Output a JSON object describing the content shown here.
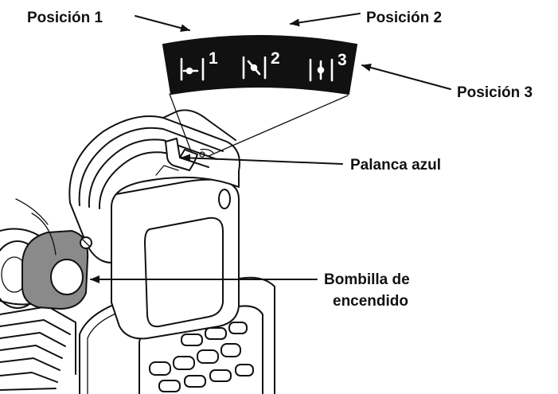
{
  "labels": {
    "position_1": "Posición 1",
    "position_2": "Posición 2",
    "position_3": "Posición 3",
    "blue_lever": "Palanca azul",
    "power_bulb_line1": "Bombilla de",
    "power_bulb_line2": "encendido"
  },
  "dial": {
    "numbers": [
      "1",
      "2",
      "3"
    ]
  },
  "colors": {
    "ink": "#111111",
    "dial_fill": "#111111",
    "band_gray": "#8a8a8a",
    "background": "#ffffff"
  }
}
